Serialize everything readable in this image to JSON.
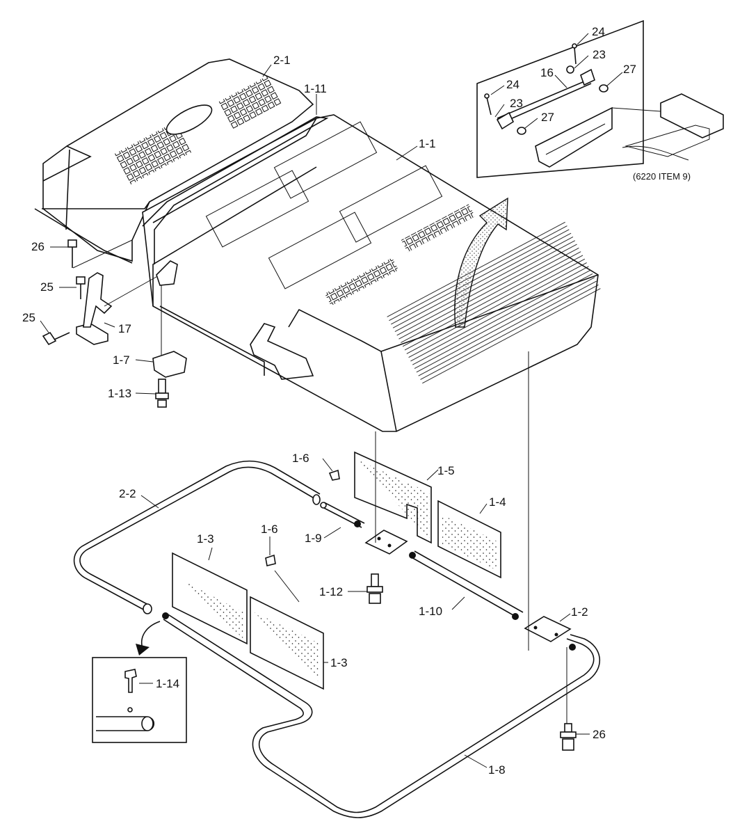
{
  "labels": {
    "l_2_1": "2-1",
    "l_1_11": "1-11",
    "l_1_1": "1-1",
    "l_26_top": "26",
    "l_25_a": "25",
    "l_25_b": "25",
    "l_17": "17",
    "l_1_7": "1-7",
    "l_1_13": "1-13",
    "l_24_a": "24",
    "l_23_a": "23",
    "l_16": "16",
    "l_27_a": "27",
    "l_24_b": "24",
    "l_23_b": "23",
    "l_27_b": "27",
    "l_1_6_a": "1-6",
    "l_1_5": "1-5",
    "l_2_2": "2-2",
    "l_1_4": "1-4",
    "l_1_9": "1-9",
    "l_1_3_a": "1-3",
    "l_1_6_b": "1-6",
    "l_1_12": "1-12",
    "l_1_10": "1-10",
    "l_1_2": "1-2",
    "l_1_3_b": "1-3",
    "l_1_14": "1-14",
    "l_26_bottom": "26",
    "l_1_8": "1-8"
  },
  "reference_note": "(6220 ITEM 9)"
}
